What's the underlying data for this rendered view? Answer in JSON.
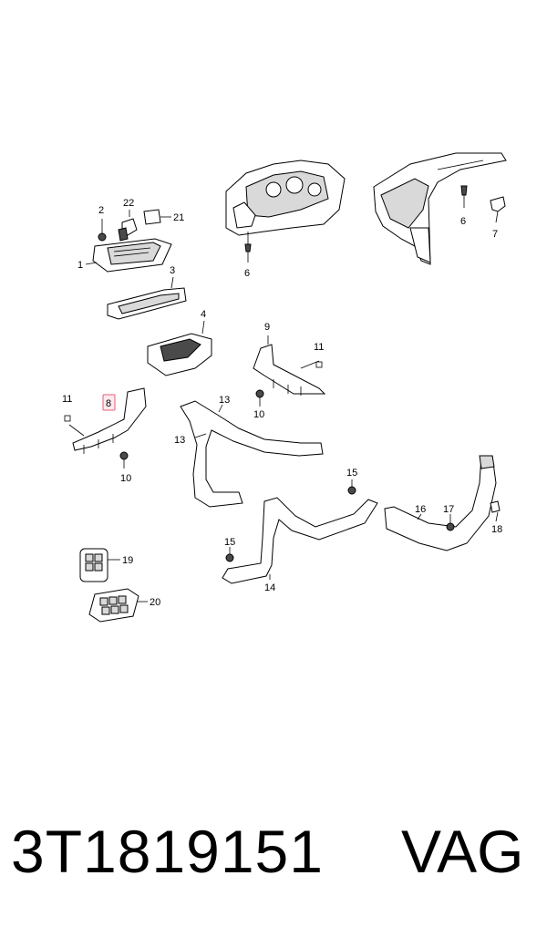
{
  "labels": {
    "l1": "1",
    "l2": "2",
    "l3": "3",
    "l4": "4",
    "l6a": "6",
    "l6b": "6",
    "l7": "7",
    "l8": "8",
    "l9": "9",
    "l10a": "10",
    "l10b": "10",
    "l11a": "11",
    "l11b": "11",
    "l13a": "13",
    "l13b": "13",
    "l14": "14",
    "l15a": "15",
    "l15b": "15",
    "l16": "16",
    "l17": "17",
    "l18": "18",
    "l19": "19",
    "l20": "20",
    "l21": "21",
    "l22": "22"
  },
  "highlighted_part": "8",
  "highlight_color": "#e0607a",
  "footer": {
    "part_number": "3T1819151",
    "brand": "VAG"
  }
}
